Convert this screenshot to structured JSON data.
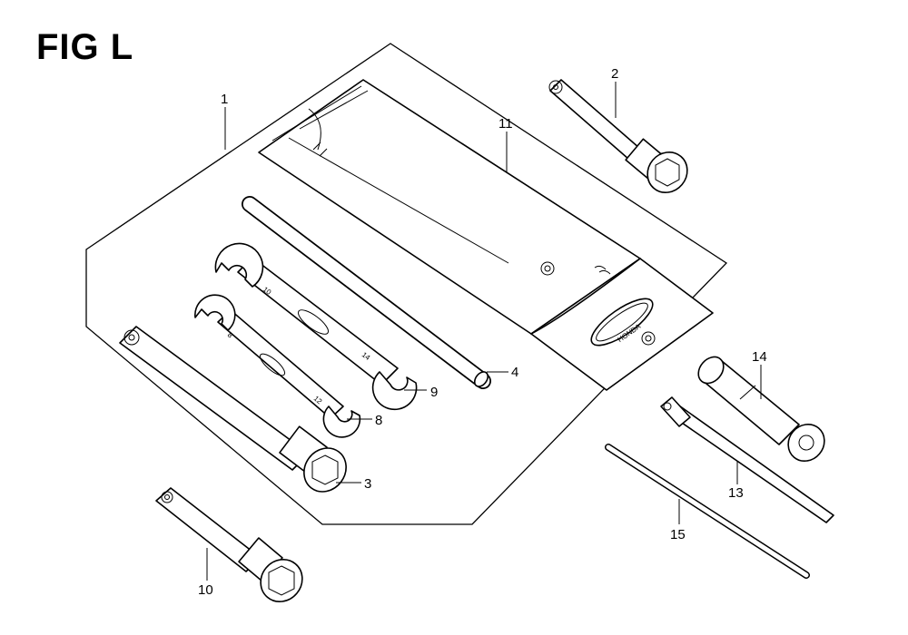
{
  "figure": {
    "title": "FIG L"
  },
  "callouts": [
    {
      "id": "1",
      "name": "callout-1"
    },
    {
      "id": "2",
      "name": "callout-2"
    },
    {
      "id": "3",
      "name": "callout-3"
    },
    {
      "id": "4",
      "name": "callout-4"
    },
    {
      "id": "8",
      "name": "callout-8"
    },
    {
      "id": "9",
      "name": "callout-9"
    },
    {
      "id": "10",
      "name": "callout-10"
    },
    {
      "id": "11",
      "name": "callout-11"
    },
    {
      "id": "13",
      "name": "callout-13"
    },
    {
      "id": "14",
      "name": "callout-14"
    },
    {
      "id": "15",
      "name": "callout-15"
    }
  ],
  "wrench_markings": {
    "wrench_9": {
      "end_a": "10",
      "end_b": "14"
    },
    "wrench_8": {
      "end_a": "8",
      "end_b": "12"
    }
  },
  "emblem_text": "HONDA",
  "line_color": "#000000",
  "background_color": "#ffffff"
}
